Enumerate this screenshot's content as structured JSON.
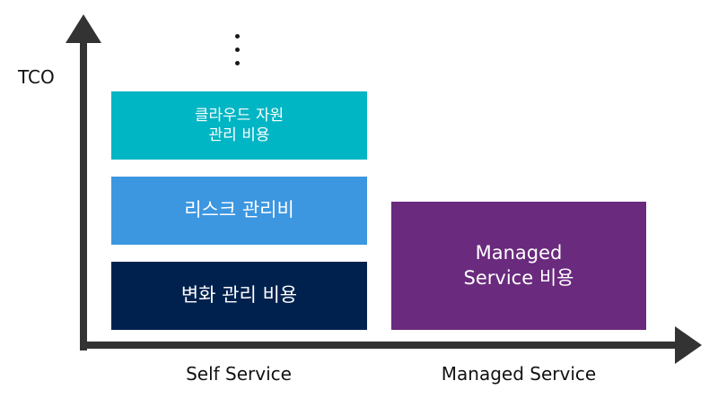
{
  "y_axis_label": "TCO",
  "columns": [
    {
      "label": "Self Service",
      "blocks": [
        {
          "text": "클라우드 자원\n관리 비용",
          "color": "#00b5c4"
        },
        {
          "text": "리스크 관리비",
          "color": "#3c96e0"
        },
        {
          "text": "변화 관리 비용",
          "color": "#00214e"
        }
      ],
      "continues_upward": true
    },
    {
      "label": "Managed Service",
      "blocks": [
        {
          "text": "Managed\nService 비용",
          "color": "#6a2a7e"
        }
      ]
    }
  ],
  "axis_color": "#333333"
}
